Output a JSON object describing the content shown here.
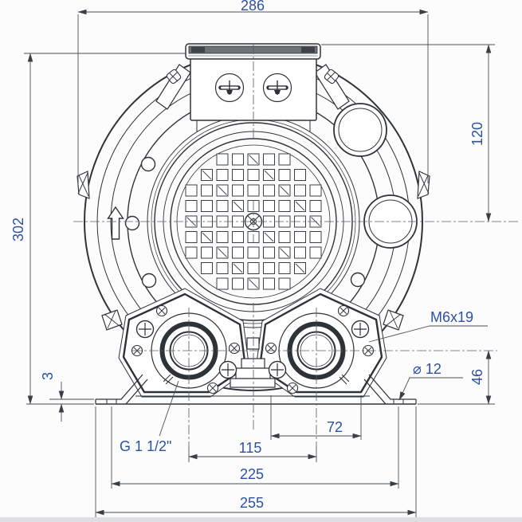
{
  "drawing": {
    "dimensions": {
      "top_width": "286",
      "overall_height": "302",
      "center_to_top": "120",
      "base_plate_thickness": "3",
      "center_to_base": "46",
      "flange_width": "72",
      "port_spacing": "115",
      "mount_hole_spacing": "225",
      "base_width": "255"
    },
    "callouts": {
      "screw_size": "M6x19",
      "mount_hole_diameter": "⌀ 12",
      "port_thread": "G 1 1/2\""
    },
    "colors": {
      "dimension_text": "#2d50a7",
      "object_line": "#2e3338",
      "dimension_line": "#4a4f54",
      "background": "#fcfcfc"
    }
  }
}
